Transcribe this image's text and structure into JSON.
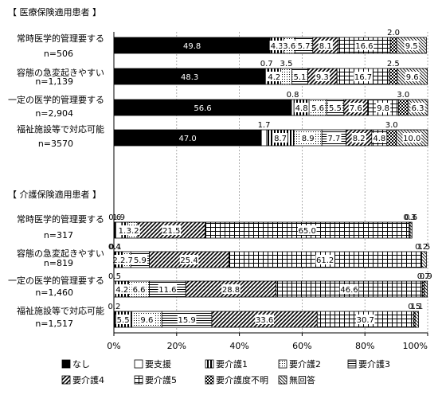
{
  "chart_data": {
    "type": "bar",
    "orientation": "horizontal",
    "stacked": true,
    "grid": true,
    "xlim": [
      0,
      100
    ],
    "x_ticks": [
      "0%",
      "20%",
      "40%",
      "60%",
      "80%",
      "100%"
    ],
    "legend_position": "bottom",
    "series": [
      {
        "name": "なし",
        "pattern": "solid-black"
      },
      {
        "name": "要支援",
        "pattern": "white"
      },
      {
        "name": "要介護1",
        "pattern": "vertical-heavy"
      },
      {
        "name": "要介護2",
        "pattern": "dots"
      },
      {
        "name": "要介護3",
        "pattern": "horizontal"
      },
      {
        "name": "要介護4",
        "pattern": "diagonal"
      },
      {
        "name": "要介護5",
        "pattern": "grid"
      },
      {
        "name": "要介護度不明",
        "pattern": "checker"
      },
      {
        "name": "無回答",
        "pattern": "diagonal-thin"
      }
    ],
    "groups": [
      {
        "title": "【 医療保険適用患者 】",
        "rows": [
          {
            "label": "常時医学的管理要する",
            "n": "n=506",
            "values": [
              49.8,
              0,
              4.3,
              3.6,
              5.7,
              8.1,
              16.6,
              2.0,
              9.5
            ],
            "value_labels": [
              "49.8",
              "",
              "4.3",
              "3.6",
              "5.7",
              "8.1",
              "16.6",
              "",
              "9.5"
            ],
            "above_labels": [
              {
                "text": "2.0",
                "at": 7
              }
            ]
          },
          {
            "label": "容態の急変起きやすい",
            "n": "n=1,139",
            "values": [
              48.3,
              0.7,
              4.2,
              3.5,
              5.1,
              9.3,
              16.7,
              2.5,
              9.6
            ],
            "value_labels": [
              "48.3",
              "",
              "4.2",
              "",
              "5.1",
              "9.3",
              "16.7",
              "",
              "9.6"
            ],
            "above_labels": [
              {
                "text": "0.7",
                "at": 1
              },
              {
                "text": "3.5",
                "at": 3
              },
              {
                "text": "2.5",
                "at": 7
              }
            ]
          },
          {
            "label": "一定の医学的管理要する",
            "n": "n=2,904",
            "values": [
              56.6,
              0.8,
              4.8,
              5.6,
              5.5,
              7.6,
              9.8,
              3.0,
              6.3
            ],
            "value_labels": [
              "56.6",
              "",
              "4.8",
              "5.6",
              "5.5",
              "7.6",
              "9.8",
              "",
              "6.3"
            ],
            "above_labels": [
              {
                "text": "0.8",
                "at": 1
              },
              {
                "text": "3.0",
                "at": 7
              }
            ]
          },
          {
            "label": "福祉施設等で対応可能",
            "n": "n=3570",
            "values": [
              47.0,
              1.7,
              8.7,
              8.9,
              7.7,
              8.2,
              4.8,
              3.0,
              10.0
            ],
            "value_labels": [
              "47.0",
              "",
              "8.7",
              "8.9",
              "7.7",
              "8.2",
              "4.8",
              "",
              "10.0"
            ],
            "above_labels": [
              {
                "text": "1.7",
                "at": 1
              },
              {
                "text": "3.0",
                "at": 7
              }
            ]
          }
        ]
      },
      {
        "title": "【 介護保険適用患者 】",
        "rows": [
          {
            "label": "常時医学的管理要する",
            "n": "n=317",
            "values": [
              0.6,
              1.9,
              1.9,
              3.2,
              0,
              21.5,
              65.0,
              0.3,
              0.6
            ],
            "value_labels": [
              "",
              "",
              "1.9",
              "3.2",
              "",
              "21.5",
              "65.0",
              "",
              ""
            ],
            "above_labels": [
              {
                "text": "0.6",
                "at": 0
              },
              {
                "text": "1.9",
                "at": 1
              },
              {
                "text": "0.3",
                "at": 7
              },
              {
                "text": "0.6",
                "at": 8
              }
            ]
          },
          {
            "label": "容態の急変起きやすい",
            "n": "n=819",
            "values": [
              0.4,
              0.1,
              2.2,
              2.7,
              5.9,
              25.4,
              61.2,
              0.2,
              1.5
            ],
            "value_labels": [
              "",
              "",
              "2.2",
              "2.7",
              "5.9",
              "25.4",
              "61.2",
              "",
              ""
            ],
            "above_labels": [
              {
                "text": "0.4",
                "at": 0
              },
              {
                "text": "0.1",
                "at": 1
              },
              {
                "text": "0.2",
                "at": 7
              },
              {
                "text": "1.5",
                "at": 8
              }
            ]
          },
          {
            "label": "一定の医学的管理要する",
            "n": "n=1,460",
            "values": [
              0,
              0.5,
              4.2,
              6.6,
              11.6,
              28.8,
              46.6,
              0.7,
              0.9
            ],
            "value_labels": [
              "",
              "",
              "4.2",
              "6.6",
              "11.6",
              "28.8",
              "46.6",
              "",
              ""
            ],
            "above_labels": [
              {
                "text": "0.5",
                "at": 1
              },
              {
                "text": "0.7",
                "at": 7
              },
              {
                "text": "0.9",
                "at": 8
              }
            ]
          },
          {
            "label": "福祉施設等で対応可能",
            "n": "n=1,517",
            "values": [
              0,
              0.2,
              5.5,
              9.6,
              15.9,
              33.6,
              30.7,
              0.5,
              1.1
            ],
            "value_labels": [
              "",
              "",
              "5.5",
              "9.6",
              "15.9",
              "33.6",
              "30.7",
              "",
              ""
            ],
            "above_labels": [
              {
                "text": "0.2",
                "at": 1
              },
              {
                "text": "0.5",
                "at": 7
              },
              {
                "text": "1.1",
                "at": 8
              }
            ]
          }
        ]
      }
    ]
  }
}
